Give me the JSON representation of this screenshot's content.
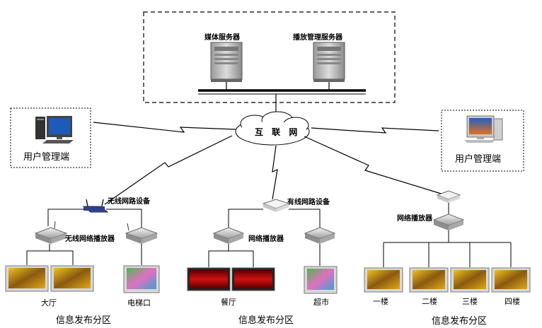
{
  "servers": {
    "media_server": "媒体服务器",
    "playback_mgmt_server": "播放管理服务器"
  },
  "internet_label": "互 联 网",
  "user_mgmt_left": "用户管理端",
  "user_mgmt_right": "用户管理端",
  "zone1": {
    "wireless_router": "无线网路设备",
    "wireless_player": "无线网络播放器",
    "hall": "大厅",
    "elevator": "电梯口",
    "title": "信息发布分区"
  },
  "zone2": {
    "wired_router": "有线网路设备",
    "player": "网络播放器",
    "restaurant": "餐厅",
    "supermarket": "超市",
    "title": "信息发布分区"
  },
  "zone3": {
    "player": "网络播放器",
    "floor1": "一楼",
    "floor2": "二楼",
    "floor3": "三楼",
    "floor4": "四楼",
    "title": "信息发布分区"
  }
}
